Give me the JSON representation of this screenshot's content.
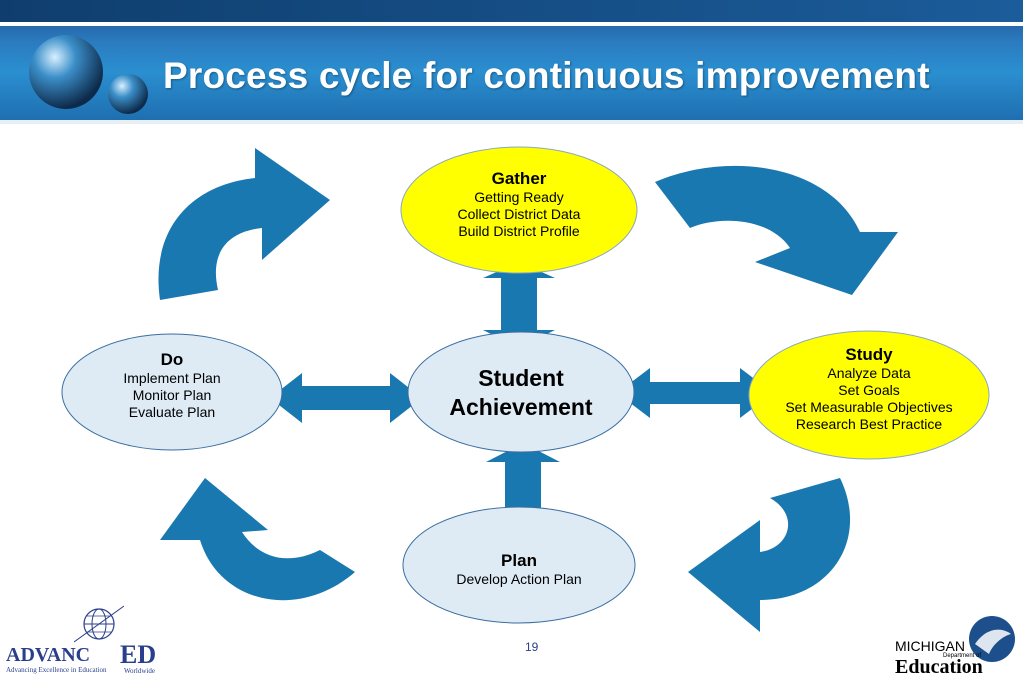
{
  "title": "Process cycle for continuous improvement",
  "nodes": {
    "gather": {
      "heading": "Gather",
      "lines": [
        "Getting Ready",
        "Collect District Data",
        "Build District Profile"
      ],
      "fill": "#ffff00"
    },
    "study": {
      "heading": "Study",
      "lines": [
        "Analyze Data",
        "Set Goals",
        "Set Measurable Objectives",
        "Research Best Practice"
      ],
      "fill": "#ffff00"
    },
    "plan": {
      "heading": "Plan",
      "lines": [
        "Develop Action Plan"
      ],
      "fill": "#deebf5"
    },
    "do": {
      "heading": "Do",
      "lines": [
        "Implement Plan",
        "Monitor Plan",
        "Evaluate Plan"
      ],
      "fill": "#deebf5"
    },
    "center": {
      "line1": "Student",
      "line2": "Achievement",
      "fill": "#deebf5"
    }
  },
  "arrow_color": "#1a78b0",
  "page_number": "19",
  "logos": {
    "advanced": {
      "name_left": "ADVANC",
      "name_right": "ED",
      "tagline": "Advancing Excellence in Education",
      "sub": "Worldwide"
    },
    "michigan": {
      "line1": "MICHIGAN",
      "line2": "Department of",
      "line3": "Education"
    }
  }
}
